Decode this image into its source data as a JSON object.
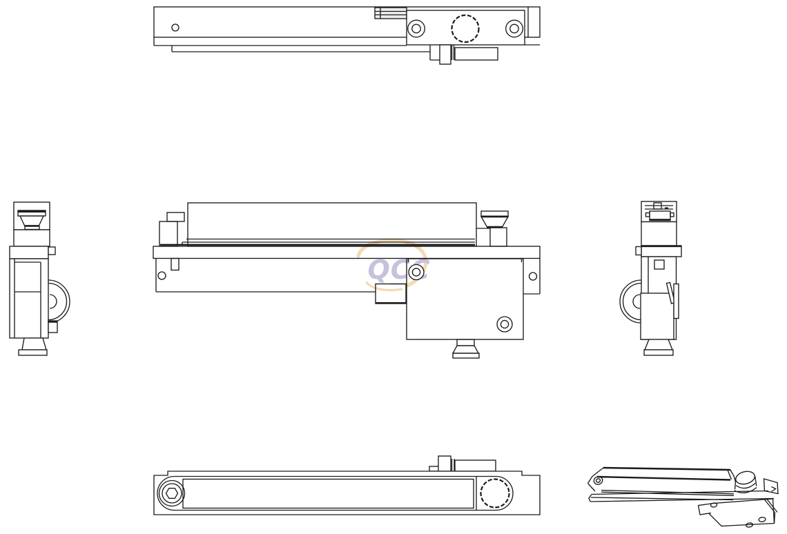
{
  "watermark": {
    "text": "QCC",
    "text_color": "#c7c1dd",
    "swoosh_color": "#f6d9b3"
  },
  "drawing": {
    "background_color": "#ffffff",
    "line_color": "#1b1b1b",
    "views": [
      {
        "id": "top-view",
        "parts": [
          "end-stop-grip",
          "locating-hole",
          "clamp-block",
          "clamp-bore",
          "socket-screws"
        ]
      },
      {
        "id": "front-view",
        "parts": [
          "top-plate",
          "end-stop-blocks",
          "clamp-knob",
          "base-rail",
          "clamp-block",
          "socket-screws",
          "mounting-holes",
          "support-foot"
        ]
      },
      {
        "id": "left-side-view",
        "parts": [
          "clamp-knob",
          "flange",
          "roller-arc",
          "support-foot"
        ]
      },
      {
        "id": "right-side-view",
        "parts": [
          "latch-head",
          "flange",
          "roller-arc",
          "release-lever",
          "support-foot"
        ]
      },
      {
        "id": "bottom-view",
        "parts": [
          "hex-socket-screw",
          "slide-window",
          "clamp-bore",
          "tabs"
        ]
      },
      {
        "id": "isometric-view",
        "parts": [
          "top-plate",
          "end-screw",
          "clamp-knob",
          "angle-bracket",
          "drilled-flap"
        ]
      }
    ]
  }
}
